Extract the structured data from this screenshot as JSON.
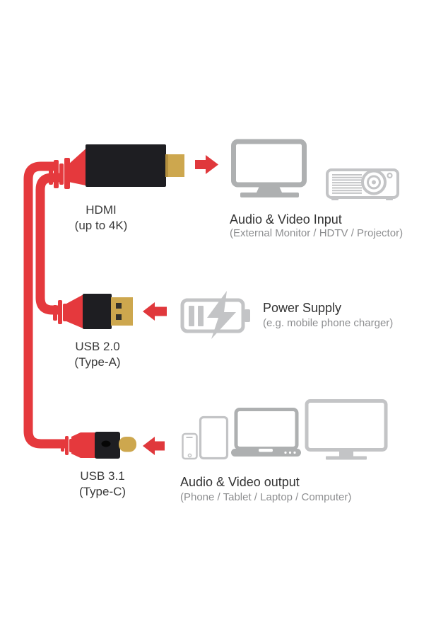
{
  "colors": {
    "background": "#ffffff",
    "cable_red": "#e5393d",
    "arrow_red": "#e0383c",
    "connector_black": "#1e1e22",
    "gold": "#cda74e",
    "icon_gray_dark": "#aeb0b1",
    "icon_gray_light": "#c3c4c6",
    "title_text": "#333333",
    "subtitle_text": "#8d8e90",
    "label_text": "#3a3a3a"
  },
  "rows": {
    "hdmi": {
      "connector_label": [
        "HDMI",
        "(up to 4K)"
      ],
      "title": "Audio & Video Input",
      "subtitle": "(External Monitor / HDTV / Projector)",
      "arrow_direction": "right",
      "icons": [
        "monitor-icon",
        "projector-icon"
      ]
    },
    "usb_a": {
      "connector_label": [
        "USB 2.0",
        "(Type-A)"
      ],
      "title": "Power Supply",
      "subtitle": "(e.g. mobile phone charger)",
      "arrow_direction": "left",
      "icons": [
        "battery-charging-icon"
      ]
    },
    "usb_c": {
      "connector_label": [
        "USB 3.1",
        "(Type-C)"
      ],
      "title": "Audio & Video output",
      "subtitle": "(Phone / Tablet / Laptop / Computer)",
      "arrow_direction": "left",
      "icons": [
        "phone-icon",
        "tablet-icon",
        "laptop-icon",
        "computer-monitor-icon"
      ]
    }
  }
}
